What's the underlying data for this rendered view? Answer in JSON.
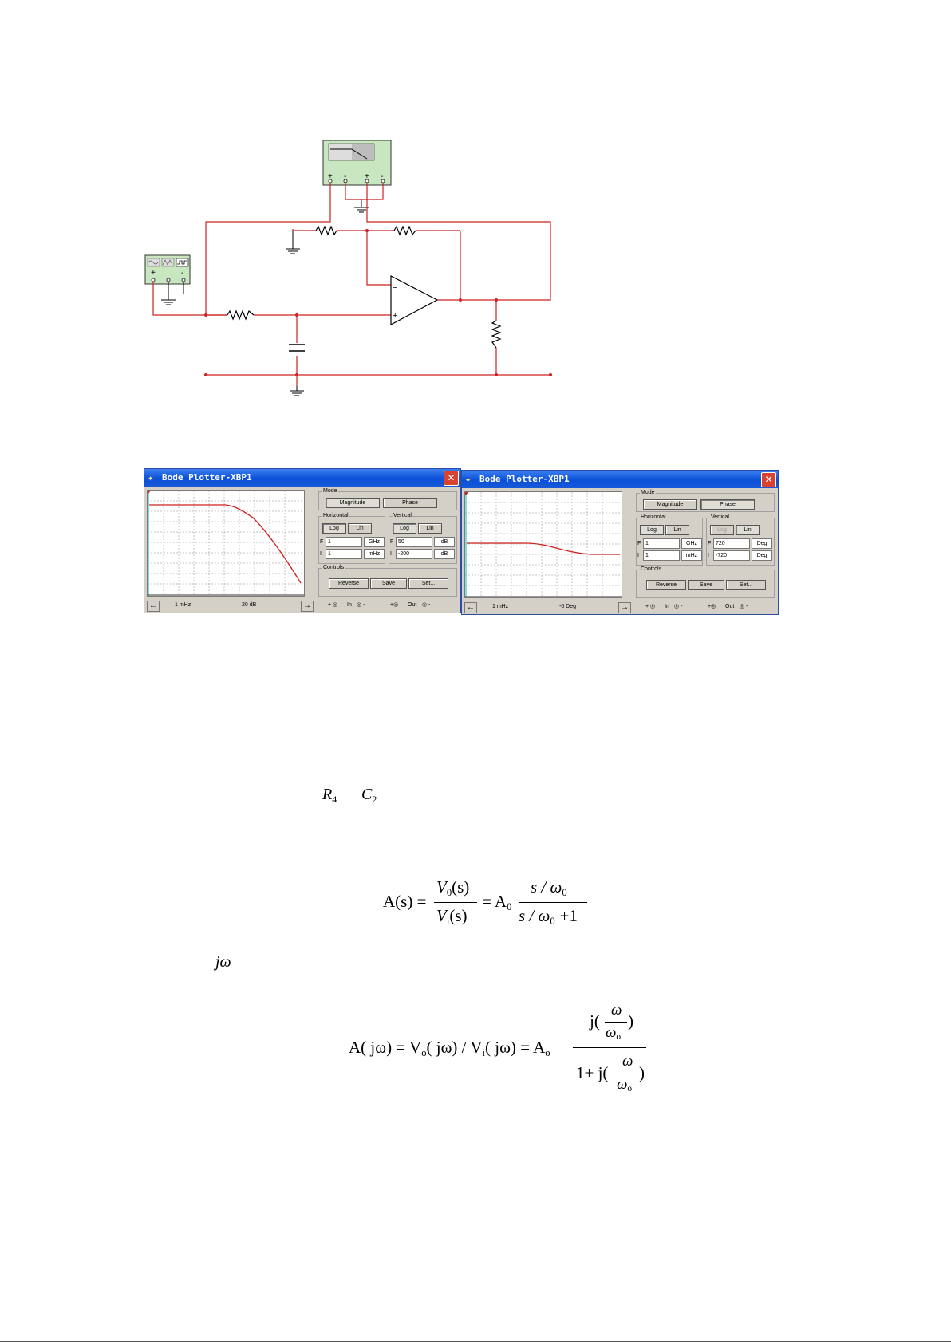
{
  "circuit": {
    "bode_terminals": [
      "+",
      "-",
      "+",
      "-"
    ],
    "generator_terminals": [
      "+",
      "-"
    ]
  },
  "bode_left": {
    "title": "Bode Plotter-XBP1",
    "mode_label": "Mode",
    "magnitude_label": "Magnitude",
    "phase_label": "Phase",
    "horizontal_label": "Horizontal",
    "vertical_label": "Vertical",
    "log_label": "Log",
    "lin_label": "Lin",
    "f_label": "F",
    "i_label": "I",
    "h_f_value": "1",
    "h_f_unit": "GHz",
    "h_i_value": "1",
    "h_i_unit": "mHz",
    "v_f_value": "50",
    "v_f_unit": "dB",
    "v_i_value": "-200",
    "v_i_unit": "dB",
    "controls_label": "Controls",
    "reverse_label": "Reverse",
    "save_label": "Save",
    "set_label": "Set...",
    "status_freq": "1 mHz",
    "status_value": "20 dB",
    "term_plus": "+",
    "term_minus": "-",
    "in_label": "In",
    "out_label": "Out",
    "vertical_lin_disabled": false
  },
  "bode_right": {
    "title": "Bode Plotter-XBP1",
    "mode_label": "Mode",
    "magnitude_label": "Magnitude",
    "phase_label": "Phase",
    "horizontal_label": "Horizontal",
    "vertical_label": "Vertical",
    "log_label": "Log",
    "lin_label": "Lin",
    "f_label": "F",
    "i_label": "I",
    "h_f_value": "1",
    "h_f_unit": "GHz",
    "h_i_value": "1",
    "h_i_unit": "mHz",
    "v_f_value": "720",
    "v_f_unit": "Deg",
    "v_i_value": "-720",
    "v_i_unit": "Deg",
    "controls_label": "Controls",
    "reverse_label": "Reverse",
    "save_label": "Save",
    "set_label": "Set...",
    "status_freq": "1 mHz",
    "status_value": "-0 Deg",
    "term_plus": "+",
    "term_minus": "-",
    "in_label": "In",
    "out_label": "Out",
    "vertical_log_disabled": true
  },
  "text": {
    "r4": "R",
    "r4_sub": "4",
    "c2": "C",
    "c2_sub": "2",
    "jw": "jω"
  },
  "eq1": {
    "lhs": "A(s) =",
    "num": "V",
    "num_sub": "0",
    "num_arg": "(s)",
    "den": "V",
    "den_sub": "i",
    "den_arg": "(s)",
    "eq": "= A",
    "a_sub": "0",
    "frac2_num": "s / ω",
    "frac2_num_sub": "0",
    "frac2_den": "s / ω",
    "frac2_den_sub": "0",
    "frac2_den_tail": "+1"
  },
  "eq2": {
    "lhs": "A( jω) = V",
    "vo_sub": "o",
    "mid": "( jω) / V",
    "vi_sub": "i",
    "tail": "( jω) = A",
    "a_sub": "o",
    "num_pre": "j(",
    "num_post": ")",
    "w": "ω",
    "wo": "ω",
    "wo_sub": "o",
    "den_pre": "1+ j(",
    "den_post": ")"
  }
}
